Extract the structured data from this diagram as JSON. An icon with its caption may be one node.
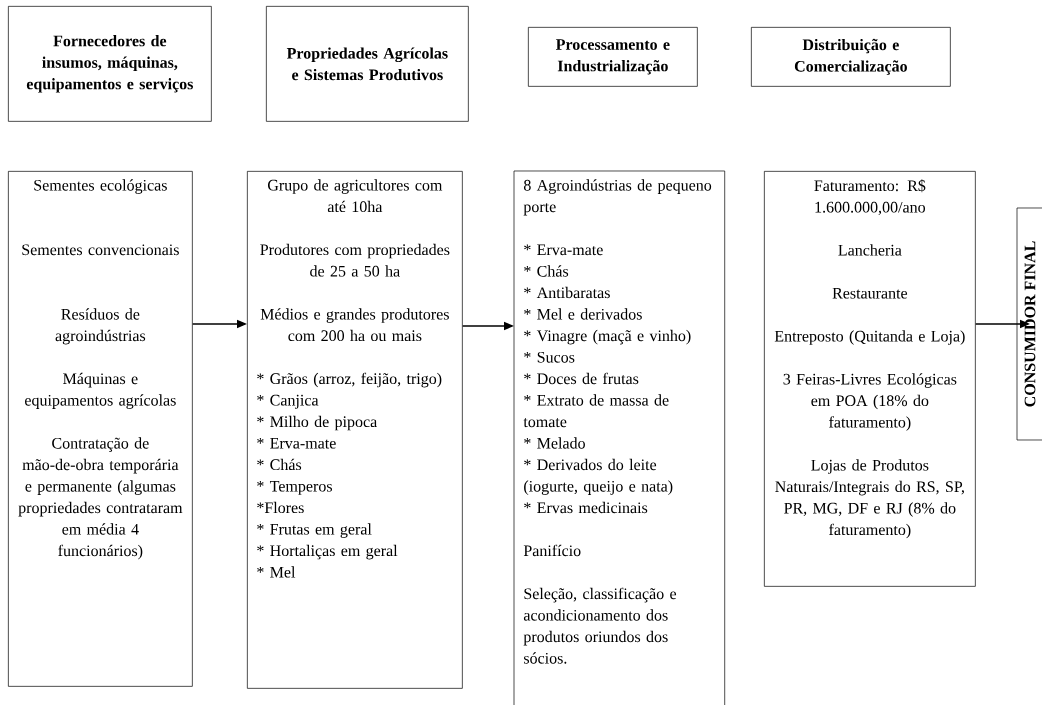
{
  "diagram": {
    "nodes": [
      {
        "text": [
          "Fornecedores de insumos, máquinas, equipamentos e serviços"
        ]
      },
      {
        "text": [
          "Propriedades Agrícolas e Sistemas Produtivos"
        ]
      },
      {
        "text": [
          "Processamento e Industrialização"
        ]
      },
      {
        "text": [
          "Distribuição e Comercialização"
        ]
      },
      {
        "text": [
          "Sementes ecológicas",
          "Sementes convencionais",
          "Resíduos de agroindústrias",
          "Máquinas e equipamentos agrícolas",
          "Contratação de mão-de-obra temporária e permanente (algumas propriedades contrataram em média 4 funcionários)"
        ]
      },
      {
        "text": [
          "Grupo de agricultores com até 10ha",
          "Produtores com propriedades de 25 a 50 ha",
          "Médios e grandes produtores com 200 ha ou mais",
          "* Grãos (arroz, feijão, trigo)",
          "* Canjica",
          "* Milho de pipoca",
          "* Erva-mate",
          "* Chás",
          "* Temperos",
          "*Flores",
          "* Frutas em geral",
          "* Hortaliças em geral",
          "* Mel"
        ]
      },
      {
        "text": [
          "8 Agroindústrias de pequeno porte",
          "* Erva-mate",
          "* Chás",
          "* Antibaratas",
          "* Mel e derivados",
          "* Vinagre (maçã e vinho)",
          "* Sucos",
          "* Doces de frutas",
          "* Extrato de massa de tomate",
          "* Melado",
          "* Derivados do leite (iogurte, queijo e nata)",
          "* Ervas medicinais",
          "Panifício",
          "Seleção, classificação e acondicionamento dos produtos oriundos dos sócios."
        ]
      },
      {
        "text": [
          "Faturamento: R$ 1.600.000,00/ano",
          "Lancheria",
          "Restaurante",
          "Entreposto (Quitanda e Loja)",
          "3 Feiras-Livres Ecológicas em POA (18% do faturamento)",
          "Lojas de Produtos Naturais/Integrais do RS, SP, PR, MG, DF e RJ (8% do faturamento)"
        ]
      },
      {
        "text": [
          "CONSUMIDOR FINAL"
        ]
      }
    ],
    "edges": [
      {
        "from": 4,
        "to": 5,
        "arrow": "to"
      },
      {
        "from": 5,
        "to": 6,
        "arrow": "to"
      },
      {
        "from": 7,
        "to": 8,
        "arrow": "to"
      }
    ]
  }
}
